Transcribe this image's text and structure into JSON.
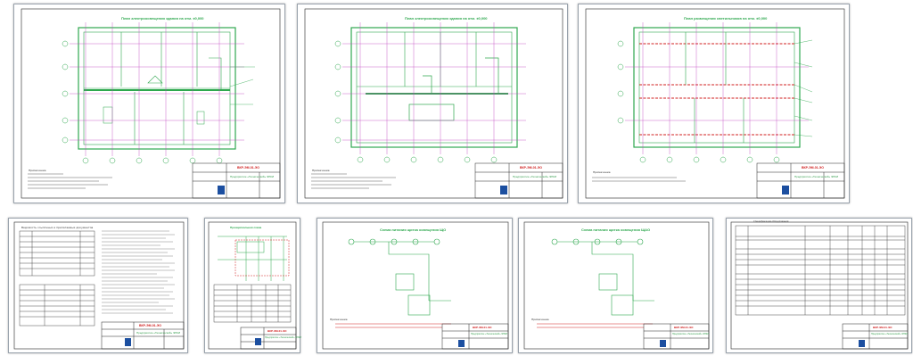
{
  "sheets": [
    {
      "title": "План электроосвещения здания на отм. ±0,000",
      "code": "ВКР-ЭМ-01-ЭО",
      "org": "Предприятие «Технический» ЭПКИ",
      "note": "Примечание"
    },
    {
      "title": "План электроосвещения здания на отм. ±0,000",
      "code": "ВКР-ЭМ-01-ЭО",
      "org": "Предприятие «Технический» ЭПКИ",
      "note": "Примечание"
    },
    {
      "title": "План размещения светильников на отм. ±0,000",
      "code": "ВКР-ЭМ-01-ЭО",
      "org": "Предприятие «Технический» ЭПКИ",
      "note": "Примечание"
    },
    {
      "title": "Ведомость ссылочных и прилагаемых документов",
      "code": "ВКР-ЭМ-01-ЭО",
      "org": "Предприятие «Технический» ЭПКИ"
    },
    {
      "title": "Принципиальная схема",
      "code": "ВКР-ЭМ-01-ЭО",
      "org": "Предприятие «Технический» ЭПКИ"
    },
    {
      "title": "Схема питания щитка освещения ЩО",
      "code": "ВКР-ЭМ-01-ЭО",
      "org": "Предприятие «Технический» ЭПКИ",
      "note": "Примечание"
    },
    {
      "title": "Схема питания щитка освещения ЩАО",
      "code": "ВКР-ЭМ-01-ЭО",
      "org": "Предприятие «Технический» ЭПКИ",
      "note": "Примечание"
    },
    {
      "title": "Спецификация оборудования",
      "code": "ВКР-ЭМ-01-ЭО",
      "org": "Предприятие «Технический» ЭПКИ"
    }
  ],
  "colors": {
    "frame": "#1a1a1a",
    "wall": "#2fa84f",
    "axis": "#c040c0",
    "red": "#d02020",
    "accent": "#1c4fa0"
  }
}
